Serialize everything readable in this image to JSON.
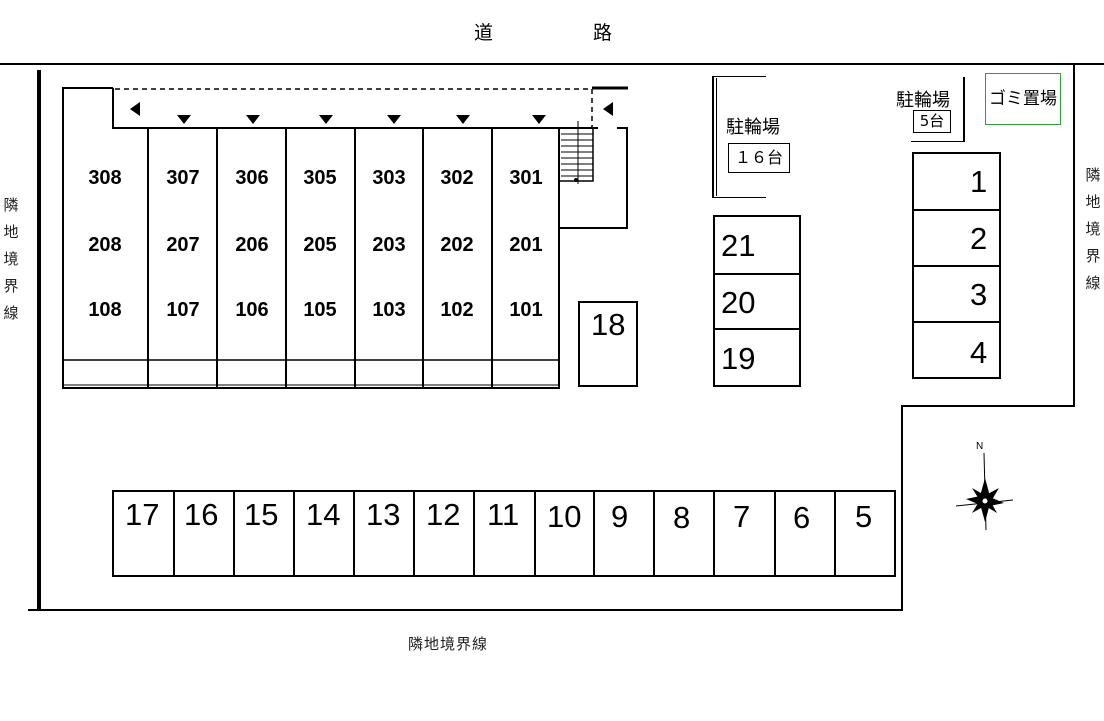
{
  "labels": {
    "road_1": "道",
    "road_2": "路",
    "boundary_left": [
      "隣",
      "地",
      "境",
      "界",
      "線"
    ],
    "boundary_right": [
      "隣",
      "地",
      "境",
      "界",
      "線"
    ],
    "boundary_bottom": "隣地境界線",
    "bicycle_main_title": "駐輪場",
    "bicycle_main_capacity": "１６台",
    "bicycle_small_title": "駐輪場",
    "bicycle_small_capacity": "5台",
    "garbage": "ゴミ置場",
    "compass_north": "N"
  },
  "units": {
    "floor3": [
      "308",
      "307",
      "306",
      "305",
      "303",
      "302",
      "301"
    ],
    "floor2": [
      "208",
      "207",
      "206",
      "205",
      "203",
      "202",
      "201"
    ],
    "floor1": [
      "108",
      "107",
      "106",
      "105",
      "103",
      "102",
      "101"
    ]
  },
  "parking": {
    "bottom_row": [
      "17",
      "16",
      "15",
      "14",
      "13",
      "12",
      "11",
      "10",
      "9",
      "8",
      "7",
      "6",
      "5"
    ],
    "right_column": [
      "1",
      "2",
      "3",
      "4"
    ],
    "middle_column": [
      "21",
      "20",
      "19"
    ],
    "single": "18"
  }
}
